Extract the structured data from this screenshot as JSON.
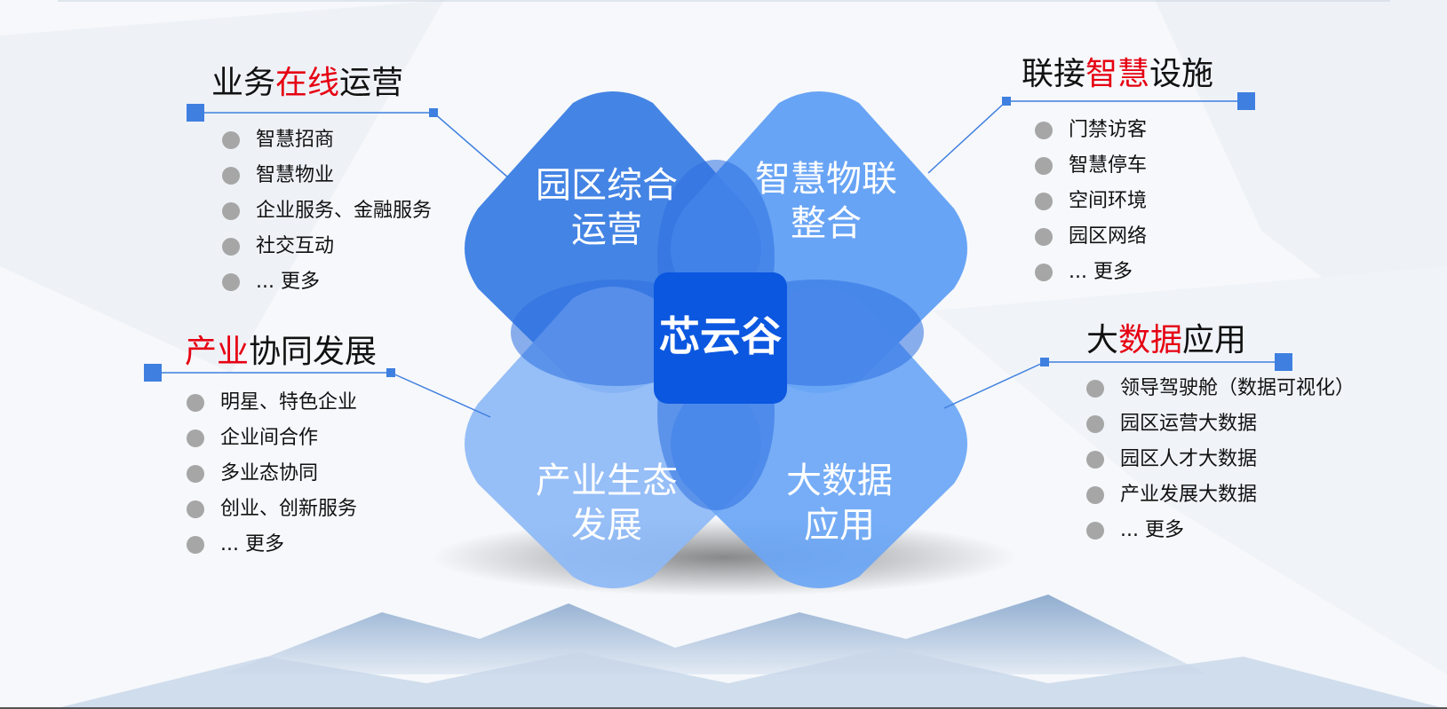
{
  "center_label": "芯云谷",
  "petals": {
    "top_left": {
      "line1": "园区综合",
      "line2": "运营"
    },
    "top_right": {
      "line1": "智慧物联",
      "line2": "整合"
    },
    "bottom_left": {
      "line1": "产业生态",
      "line2": "发展"
    },
    "bottom_right": {
      "line1": "大数据",
      "line2": "应用"
    }
  },
  "sections": {
    "business_ops": {
      "title_pre": "业务",
      "title_hl": "在线",
      "title_post": "运营",
      "items": [
        "智慧招商",
        "智慧物业",
        "企业服务、金融服务",
        "社交互动",
        "... 更多"
      ]
    },
    "facilities": {
      "title_pre": "联接",
      "title_hl": "智慧",
      "title_post": "设施",
      "items": [
        "门禁访客",
        "智慧停车",
        "空间环境",
        "园区网络",
        "... 更多"
      ]
    },
    "industry": {
      "title_pre": "",
      "title_hl": "产业",
      "title_post": "协同发展",
      "items": [
        "明星、特色企业",
        "企业间合作",
        "多业态协同",
        "创业、创新服务",
        "... 更多"
      ]
    },
    "big_data": {
      "title_pre": "大",
      "title_hl": "数据",
      "title_post": "应用",
      "items": [
        "领导驾驶舱（数据可视化）",
        "园区运营大数据",
        "园区人才大数据",
        "产业发展大数据",
        "... 更多"
      ]
    }
  },
  "colors": {
    "petal_top_left": "#3a7de3",
    "petal_top_right": "#5b9cf4",
    "petal_bottom_left": "#8db8f6",
    "petal_bottom_right": "#6aa6f5",
    "overlap": "#2d6fe0",
    "center": "#0b57e0",
    "highlight": "#e60012",
    "bullet": "#a6a6a6",
    "connector": "#3f7fe0"
  }
}
